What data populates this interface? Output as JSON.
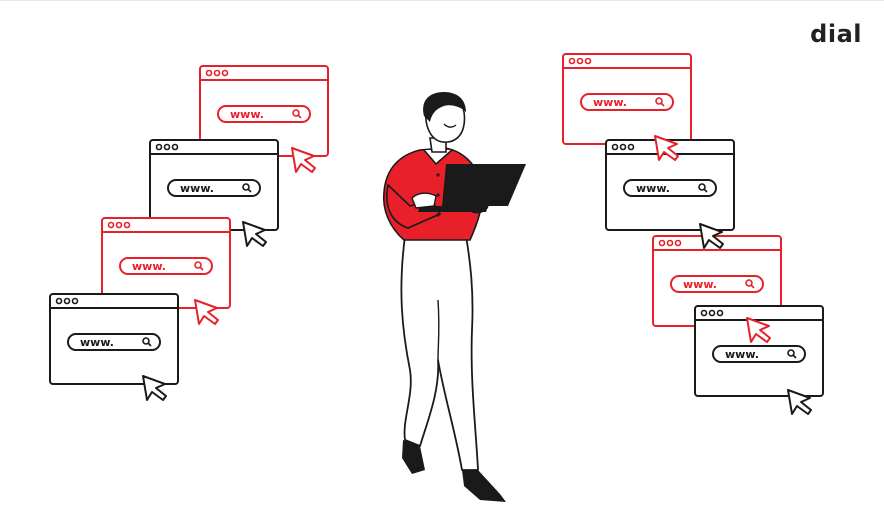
{
  "brand": {
    "logo_text": "dial"
  },
  "colors": {
    "accent": "#e8202a",
    "ink": "#1a1a1a",
    "background": "#ffffff"
  },
  "windows": [
    {
      "id": "left-1",
      "color": "red",
      "url_text": "www."
    },
    {
      "id": "left-2",
      "color": "black",
      "url_text": "www."
    },
    {
      "id": "left-3",
      "color": "red",
      "url_text": "www."
    },
    {
      "id": "left-4",
      "color": "black",
      "url_text": "www."
    },
    {
      "id": "right-1",
      "color": "red",
      "url_text": "www."
    },
    {
      "id": "right-2",
      "color": "black",
      "url_text": "www."
    },
    {
      "id": "right-3",
      "color": "red",
      "url_text": "www."
    },
    {
      "id": "right-4",
      "color": "black",
      "url_text": "www."
    }
  ],
  "icons": {
    "window_dots": "three-dots-icon",
    "search": "search-icon",
    "cursor": "cursor-arrow-icon"
  }
}
